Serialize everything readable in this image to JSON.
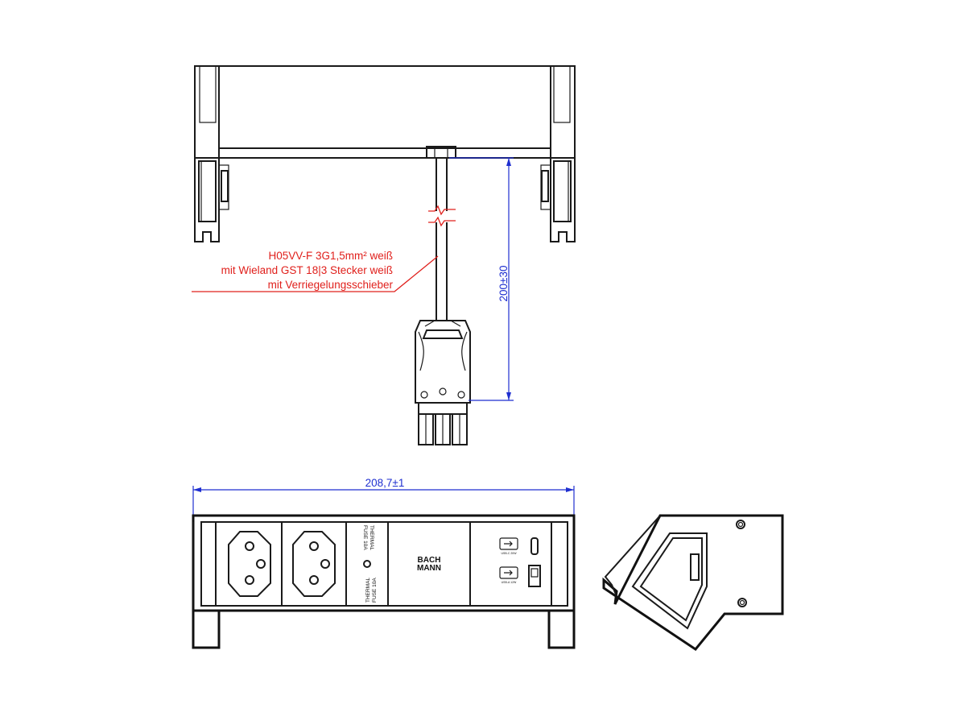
{
  "cable_note": {
    "line1": "H05VV-F 3G1,5mm² weiß",
    "line2": "mit Wieland GST 18|3 Stecker weiß",
    "line3": "mit Verriegelungsschieber"
  },
  "dimensions": {
    "cable_length": "200±30",
    "width": "208,7±1"
  },
  "fuse_module": {
    "label_a": "THERMAL",
    "label_b": "FUSE 10A"
  },
  "logo": {
    "line1": "BACH",
    "line2": "MANN"
  },
  "usb_module": {
    "port_c_label": "USB-C 20W",
    "port_a_label": "USB-A 12W"
  },
  "colors": {
    "outline": "#1a1a1a",
    "dimension": "#1f2fd0",
    "annotation": "#e0201c"
  }
}
